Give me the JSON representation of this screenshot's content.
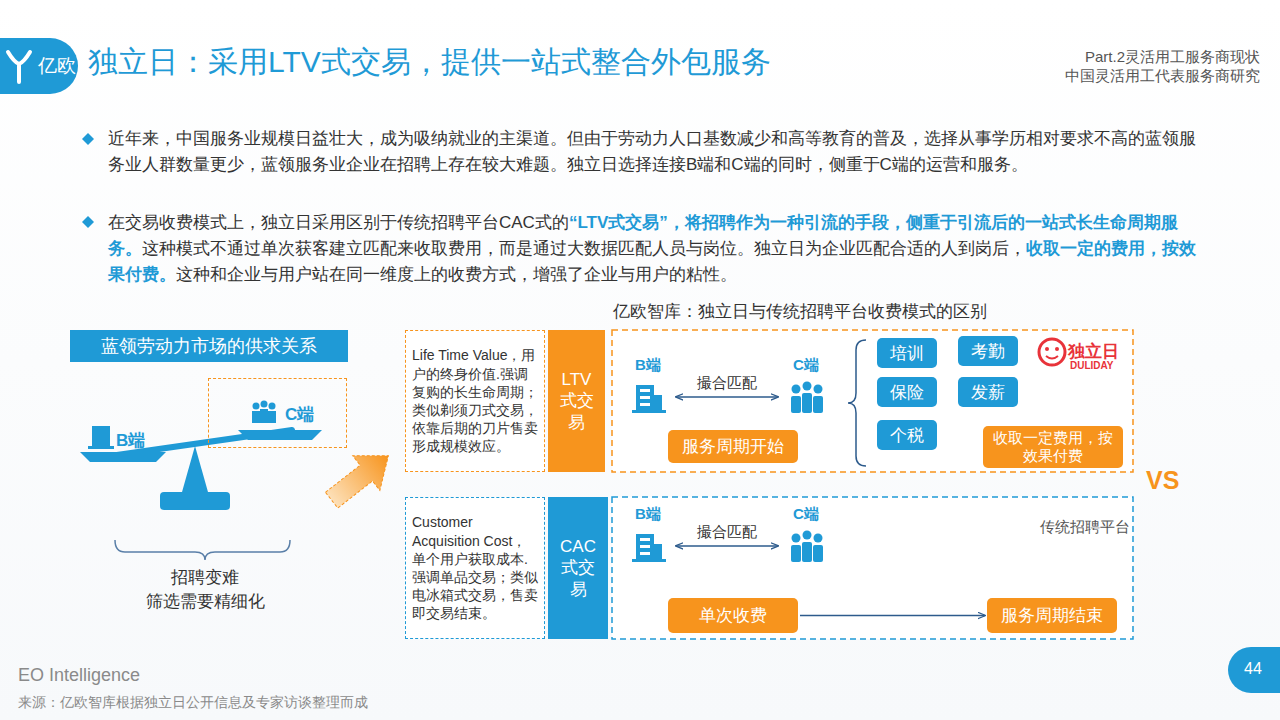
{
  "diagram": {
    "title": "独立日：采用LTV式交易，提供一站式整合外包服务",
    "nodes": [
      {
        "text": [
          "蓝领劳动力市场的供求关系"
        ]
      },
      {
        "text": [
          "C端"
        ]
      },
      {
        "text": [
          "Life Time Value，用户的终身价值.强调复购的长生命周期；类似剃须刀式交易，依靠后期的刀片售卖形成规模效应。"
        ]
      },
      {
        "text": [
          "LTV式交易"
        ]
      },
      {
        "text": [
          "B端"
        ]
      },
      {
        "text": [
          "C端"
        ]
      },
      {
        "text": [
          "服务周期开始"
        ]
      },
      {
        "text": [
          "培训"
        ]
      },
      {
        "text": [
          "考勤"
        ]
      },
      {
        "text": [
          "保险"
        ]
      },
      {
        "text": [
          "发薪"
        ]
      },
      {
        "text": [
          "个税"
        ]
      },
      {
        "text": [
          "收取一定费用，按效果付费"
        ]
      },
      {
        "text": [
          "Customer Acquisition Cost，单个用户获取成本.强调单品交易；类似电冰箱式交易，售卖即交易结束。"
        ]
      },
      {
        "text": [
          "CAC式交易"
        ]
      },
      {
        "text": [
          "B端"
        ]
      },
      {
        "text": [
          "C端"
        ]
      },
      {
        "text": [
          "单次收费"
        ]
      },
      {
        "text": [
          "服务周期结束"
        ]
      }
    ],
    "edges": [
      {
        "from": 4,
        "to": 5,
        "label": "撮合匹配",
        "arrow": "both"
      },
      {
        "from": 15,
        "to": 16,
        "label": "撮合匹配",
        "arrow": "both"
      },
      {
        "from": 17,
        "to": 18,
        "arrow": "to"
      }
    ],
    "labels": [
      "亿欧",
      "Part.2灵活用工服务商现状",
      "中国灵活用工代表服务商研究",
      "近年来，中国服务业规模日益壮大，成为吸纳就业的主渠道。但由于劳动力人口基数减少和高等教育的普及，选择从事学历相对要求不高的蓝领服务业人群数量更少，蓝领服务业企业在招聘上存在较大难题。独立日选择连接B端和C端的同时，侧重于C端的运营和服务。",
      "在交易收费模式上，独立日采用区别于传统招聘平台CAC式的",
      "“LTV式交易”，将招聘作为一种引流的手段，侧重于引流后的一站式长生命周期服务。",
      "这种模式不通过单次获客建立匹配来收取费用，而是通过大数据匹配人员与岗位。独立日为企业匹配合适的人到岗后，",
      "收取一定的费用，按效果付费。",
      "这种和企业与用户站在同一维度上的收费方式，增强了企业与用户的粘性。",
      "亿欧智库：独立日与传统招聘平台收费模式的区别",
      "B端",
      "招聘变难 筛选需要精细化",
      "独立日",
      "DULIDAY",
      "VS",
      "传统招聘平台",
      "EO Intelligence",
      "来源：亿欧智库根据独立日公开信息及专家访谈整理而成",
      "44"
    ]
  }
}
